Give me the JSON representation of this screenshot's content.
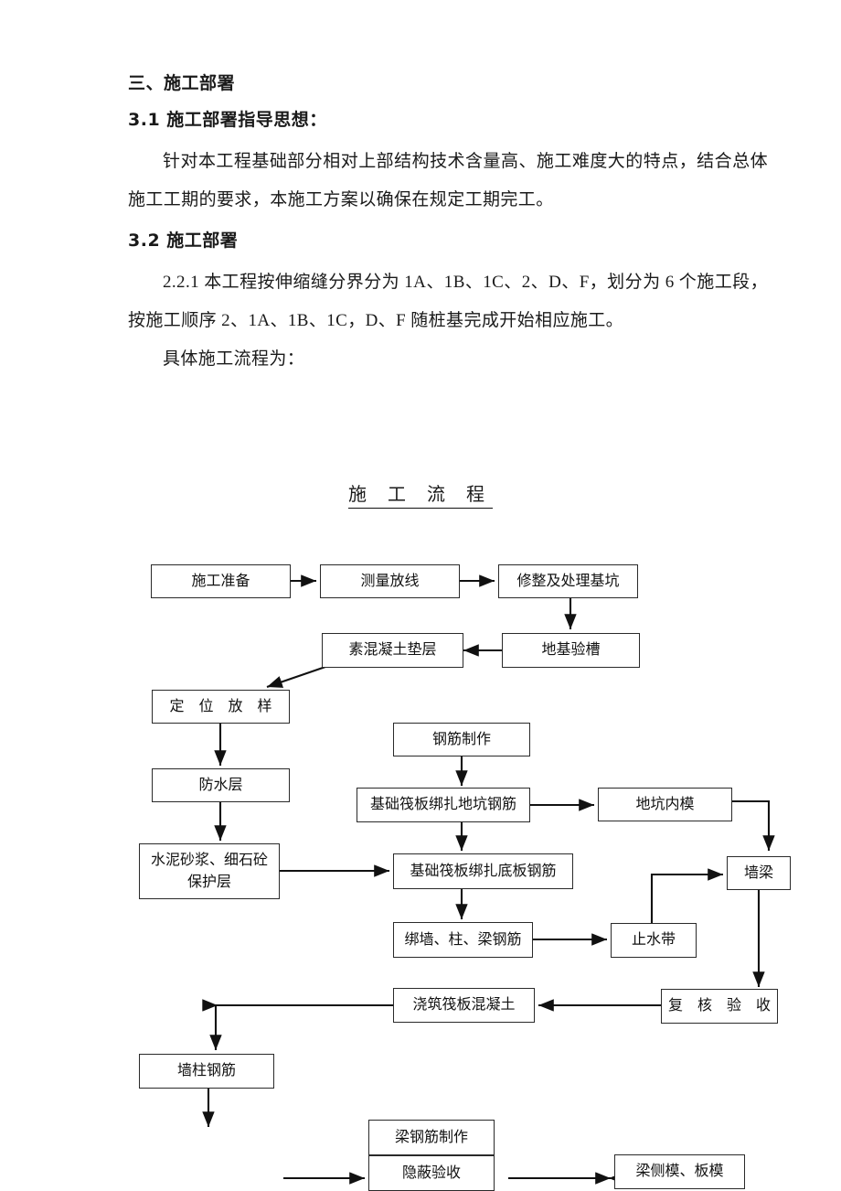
{
  "document": {
    "section_heading": "三、施工部署",
    "sub_heading_1": "3.1 施工部署指导思想：",
    "paragraph_1": "针对本工程基础部分相对上部结构技术含量高、施工难度大的特点，结合总体施工工期的要求，本施工方案以确保在规定工期完工。",
    "sub_heading_2": "3.2 施工部署",
    "paragraph_2": "2.2.1 本工程按伸缩缝分界分为 1A、1B、1C、2、D、F，划分为 6 个施工段，按施工顺序 2、1A、1B、1C，D、F 随桩基完成开始相应施工。",
    "paragraph_3": "具体施工流程为：",
    "flow_title": "施 工 流 程"
  },
  "flowchart": {
    "nodes": {
      "n1": "施工准备",
      "n2": "测量放线",
      "n3": "修整及处理基坑",
      "n4": "地基验槽",
      "n5": "素混凝土垫层",
      "n6": "定 位 放 样",
      "n7": "防水层",
      "n8": "钢筋制作",
      "n9": "基础筏板绑扎地坑钢筋",
      "n10": "地坑内模",
      "n11": "水泥砂浆、细石砼",
      "n11b": "保护层",
      "n12": "基础筏板绑扎底板钢筋",
      "n13": "墙梁",
      "n14": "绑墙、柱、梁钢筋",
      "n15": "止水带",
      "n16": "浇筑筏板混凝土",
      "n17": "复 核 验 收",
      "n18": "墙柱钢筋",
      "n19": "梁钢筋制作",
      "n20": "隐蔽验收",
      "n21": "梁侧模、板模"
    }
  }
}
